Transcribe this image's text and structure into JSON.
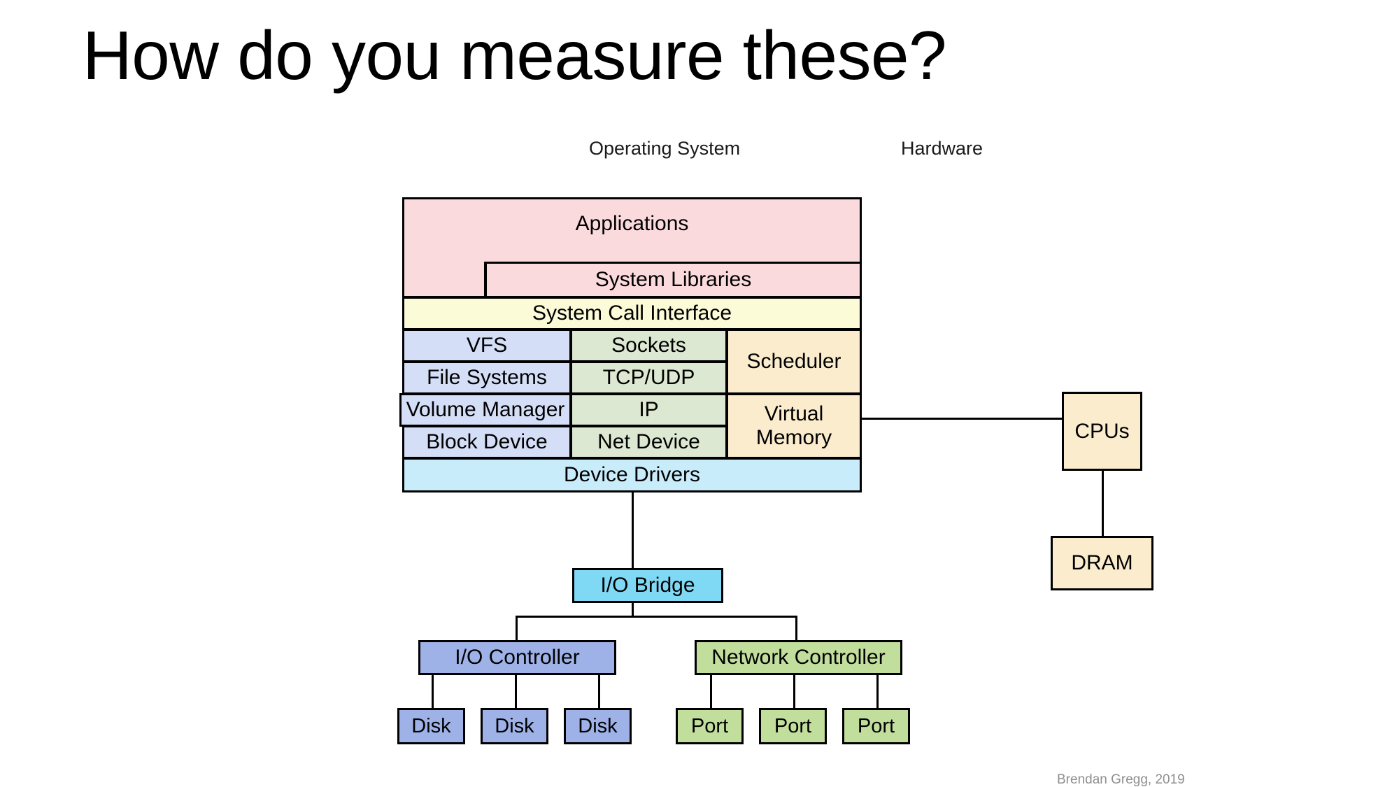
{
  "slide": {
    "title": "How do you measure these?",
    "credit": "Brendan Gregg, 2019"
  },
  "captions": {
    "operating_system": "Operating System",
    "hardware": "Hardware"
  },
  "colors": {
    "applications_pink": "#fadadd",
    "syscall_yellow": "#fbfbd8",
    "fs_blue": "#d4def7",
    "net_green": "#dde8d2",
    "mem_orange": "#fbeccd",
    "drivers_cyan": "#c8ecfa",
    "io_bridge_cyan": "#7fd9f5",
    "controller_blue": "#9fb2e8",
    "controller_green": "#c2de9d",
    "border_black": "#000000",
    "credit_grey": "#8e8e8e"
  },
  "os_stack": {
    "applications": "Applications",
    "system_libraries": "System Libraries",
    "system_call_interface": "System Call Interface",
    "file_column": [
      "VFS",
      "File Systems",
      "Volume Manager",
      "Block Device"
    ],
    "net_column": [
      "Sockets",
      "TCP/UDP",
      "IP",
      "Net Device"
    ],
    "mem_column": [
      "Scheduler",
      "Virtual\nMemory"
    ],
    "scheduler": "Scheduler",
    "virtual_memory_line1": "Virtual",
    "virtual_memory_line2": "Memory",
    "device_drivers": "Device Drivers"
  },
  "hardware": {
    "cpus": "CPUs",
    "dram": "DRAM",
    "io_bridge": "I/O Bridge",
    "io_controller": "I/O Controller",
    "network_controller": "Network Controller",
    "disks": [
      "Disk",
      "Disk",
      "Disk"
    ],
    "ports": [
      "Port",
      "Port",
      "Port"
    ]
  }
}
